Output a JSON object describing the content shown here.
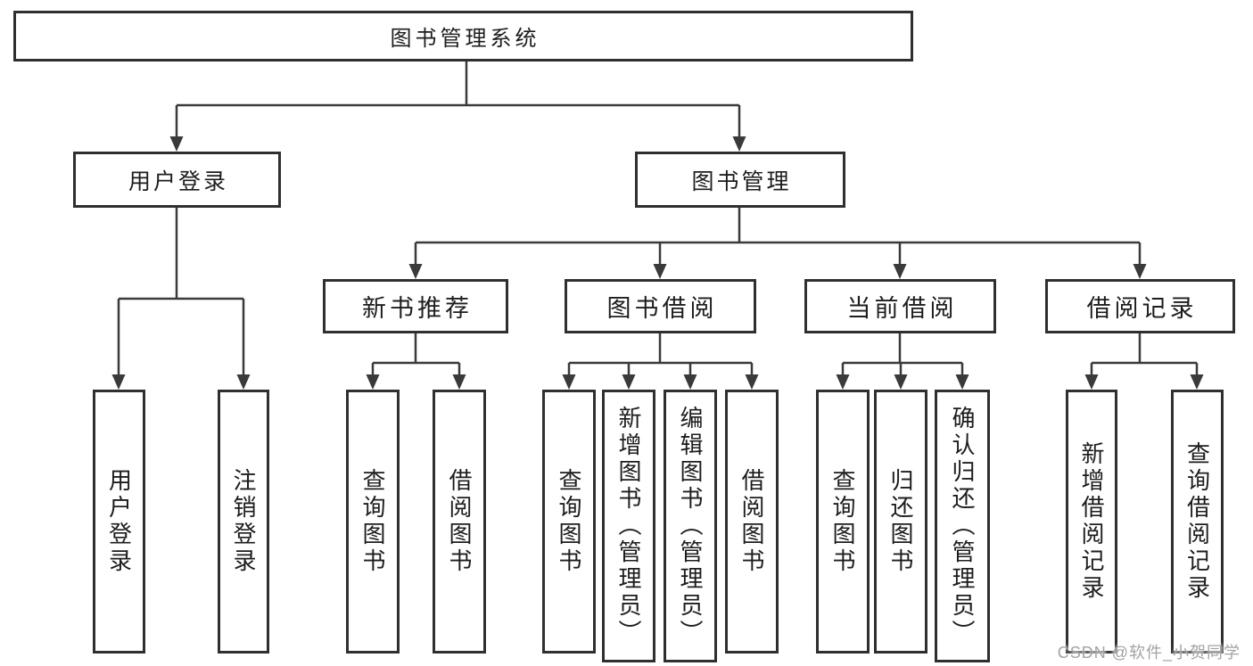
{
  "tree": {
    "root_label": "图书管理系统",
    "branches": [
      {
        "label": "用户登录",
        "children": [
          {
            "label": "用户登录"
          },
          {
            "label": "注销登录"
          }
        ]
      },
      {
        "label": "图书管理",
        "groups": [
          {
            "label": "新书推荐",
            "children": [
              {
                "label": "查询图书"
              },
              {
                "label": "借阅图书"
              }
            ]
          },
          {
            "label": "图书借阅",
            "children": [
              {
                "label": "查询图书"
              },
              {
                "label": "新增图书（管理员）"
              },
              {
                "label": "编辑图书（管理员）"
              },
              {
                "label": "借阅图书"
              }
            ]
          },
          {
            "label": "当前借阅",
            "children": [
              {
                "label": "查询图书"
              },
              {
                "label": "归还图书"
              },
              {
                "label": "确认归还（管理员）"
              }
            ]
          },
          {
            "label": "借阅记录",
            "children": [
              {
                "label": "新增借阅记录"
              },
              {
                "label": "查询借阅记录"
              }
            ]
          }
        ]
      }
    ]
  },
  "watermark": {
    "text": "CSDN @软件_小贺同学"
  },
  "colors": {
    "line": "#3a3a3a",
    "box_border": "#2f2f2f",
    "text": "#1d1d1d",
    "background": "#ffffff",
    "watermark": "#a3a3a3"
  }
}
